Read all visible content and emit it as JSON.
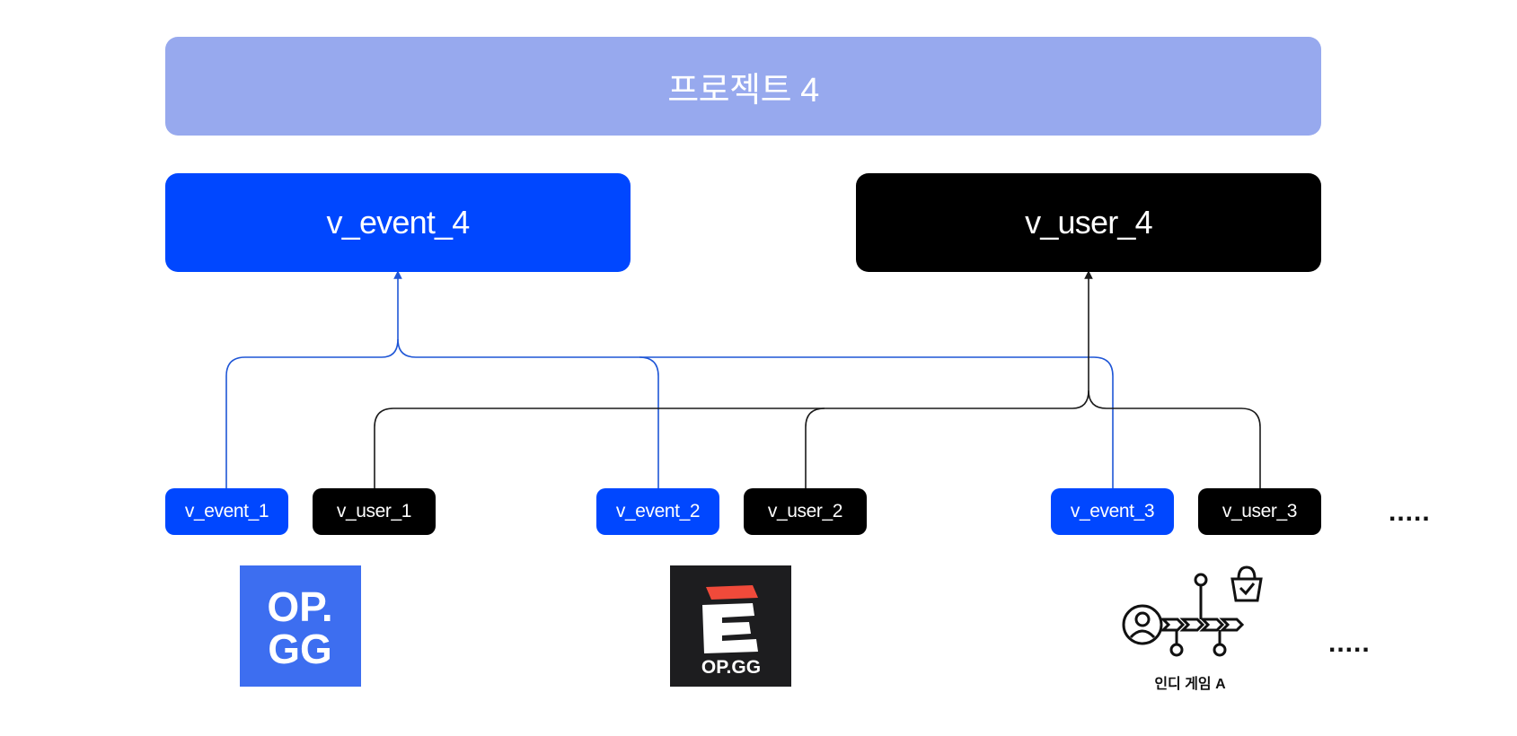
{
  "project": {
    "label": "프로젝트 4"
  },
  "views": {
    "event_view": {
      "label": "v_event_4"
    },
    "user_view": {
      "label": "v_user_4"
    }
  },
  "sources": [
    {
      "event_label": "v_event_1",
      "user_label": "v_user_1",
      "logo": "opgg-blue-logo"
    },
    {
      "event_label": "v_event_2",
      "user_label": "v_user_2",
      "logo": "opgg-dark-logo"
    },
    {
      "event_label": "v_event_3",
      "user_label": "v_user_3",
      "logo": "indie-game-logo",
      "logo_caption": "인디 게임 A"
    }
  ],
  "ellipsis_sources": ".....",
  "ellipsis_logos": ".....",
  "logos": {
    "opgg_blue_text_top": "OP.",
    "opgg_blue_text_bottom": "GG",
    "opgg_dark_text": "OP.GG"
  },
  "colors": {
    "project": "#97a9ee",
    "event": "#0047ff",
    "user": "#000000",
    "event_line": "#1f56d6",
    "user_line": "#1a1a1a",
    "opgg_blue": "#3d6ef0",
    "opgg_dark": "#1d1d1f",
    "opgg_red": "#f04a3a"
  }
}
